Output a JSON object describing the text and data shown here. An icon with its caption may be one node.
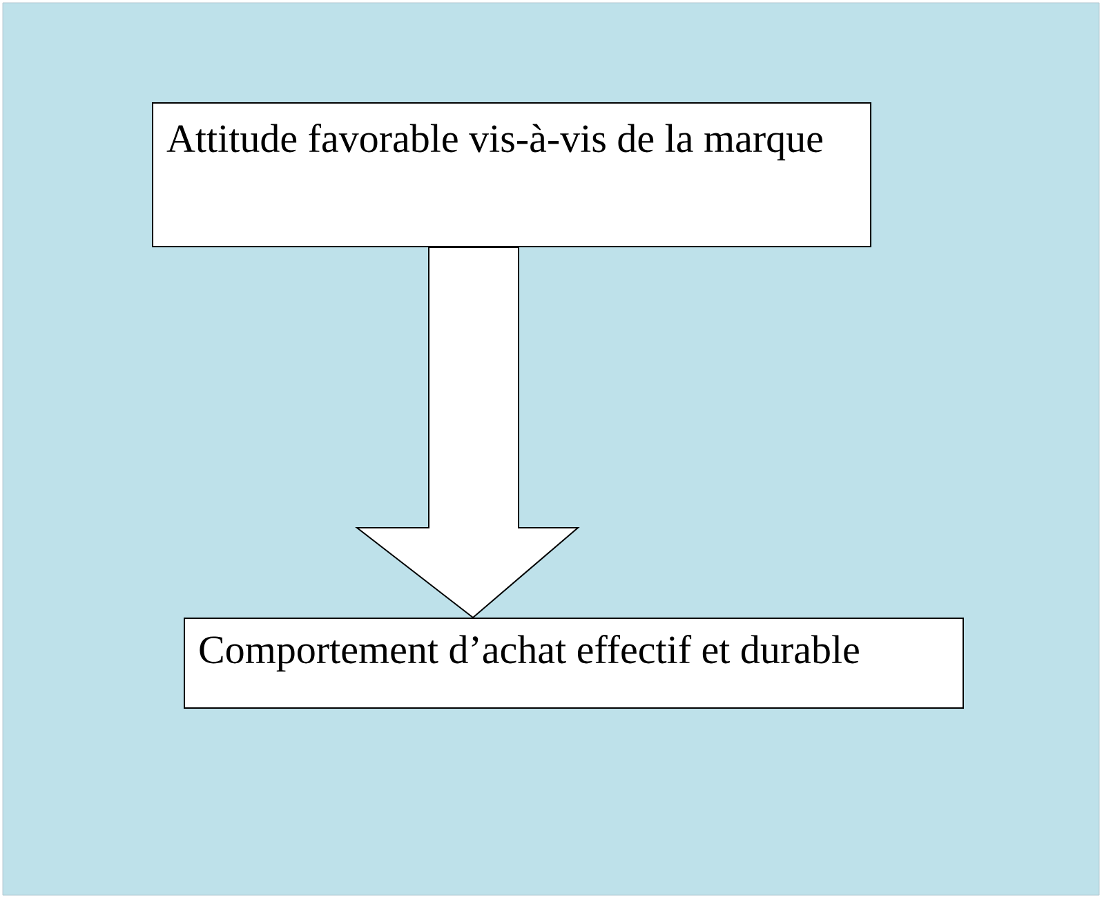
{
  "diagram": {
    "nodes": [
      {
        "text": [
          "Attitude favorable vis-à-vis de la marque"
        ]
      },
      {
        "text": [
          "Comportement d’achat effectif et durable"
        ]
      }
    ],
    "edges": [
      {
        "from": 0,
        "to": 1,
        "arrow": "to"
      }
    ]
  }
}
